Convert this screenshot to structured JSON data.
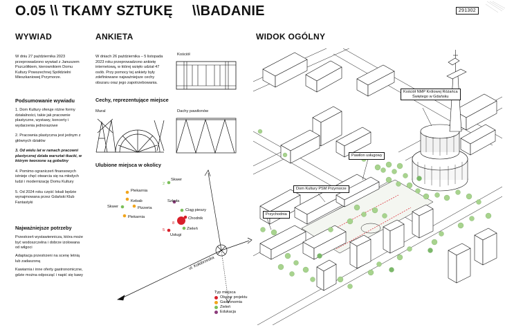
{
  "header": {
    "title": "O.05 \\\\ TKAMY SZTUKĘ",
    "subtitle": "\\\\BADANIE",
    "code": "291302"
  },
  "colors": {
    "project": "#d8202a",
    "gastro": "#f1a51d",
    "green": "#7bbf5a",
    "education": "#8b3b7a",
    "ink": "#111111",
    "tree": "#a8d38e",
    "treeDark": "#7bb86a"
  },
  "interview": {
    "heading": "WYWIAD",
    "intro": "W dniu 27 października 2023 przeprowadzono wywiad z Januszem Pszczółkiem, kierownikiem Domu Kultury Powszechnej Spółdzielni Mieszkaniowej Przymorze.",
    "summary_heading": "Podsumowanie wywiadu",
    "findings": [
      "1. Dom Kultury oferuje różne formy działalności, takie jak pracownie plastyczne, wystawy, koncerty i wydarzenia jednorazowe",
      "2. Pracownia plastyczna jest jednym z głównych działów",
      "3. Od wielu lat w ramach pracowni plastycznej działa warsztat tkacki, w którym tworzone są gobeliny",
      "4. Pomimo ograniczeń finansowych istnieje chęć otwarcia się na młodych ludzi i modernizację Domu Kultury",
      "5. Od 2024 roku część lokali będzie wynajmowana przez Gdański Klub Fantastyki"
    ],
    "needs_heading": "Najważniejsze potrzeby",
    "needs": [
      "Przestrzeń wystawiennicza, która może być wodoszczelna i dobrze izolowana od wilgoci",
      "Adaptacja przestrzeni na scenę letnią lub zadaszoną",
      "Kawiarnia i inne oferty gastronomiczne, gdzie można odpocząć i napić się kawy"
    ]
  },
  "survey": {
    "heading": "ANKIETA",
    "intro": "W dniach 26 października – 5 listopada 2023 roku przeprowadzono ankietę internetową, w której wzięło udział 47 osób. Przy pomocy tej ankiety były zdefiniowane najważniejsze cechy obszaru oraz jego zapotrzebowania.",
    "church_label": "Kościół",
    "features_heading": "Cechy, reprezentujące miejsce",
    "mural_label": "Mural",
    "roofs_label": "Dachy pawilonów",
    "places_heading": "Ulubione miejsca w okolicy"
  },
  "map": {
    "street": "ul. Kołobrzeska",
    "places": [
      {
        "label": "Skwer",
        "num": "2",
        "category": "green"
      },
      {
        "label": "Piekarnia",
        "category": "gastro"
      },
      {
        "label": "Kebab",
        "category": "gastro"
      },
      {
        "label": "Pizzeria",
        "category": "gastro"
      },
      {
        "label": "Skwer",
        "category": "green"
      },
      {
        "label": "Piekarnia",
        "category": "gastro"
      },
      {
        "label": "Szkoła",
        "category": "education"
      },
      {
        "label": "Ciąg pieszy",
        "category": "green"
      },
      {
        "label": "Chodnik",
        "category": "project"
      },
      {
        "label": "Zieleń",
        "category": "green"
      },
      {
        "label": "Usługi",
        "category": "project"
      }
    ],
    "numbers": [
      "8",
      "5"
    ],
    "legend_title": "Typ miejsca",
    "legend": [
      {
        "label": "Obszar projektu",
        "color": "#d8202a"
      },
      {
        "label": "Gastronomia",
        "color": "#f1a51d"
      },
      {
        "label": "Zieleń",
        "color": "#7bbf5a"
      },
      {
        "label": "Edukacja",
        "color": "#8b3b7a"
      }
    ]
  },
  "overview": {
    "heading": "WIDOK OGÓLNY",
    "callouts": {
      "church": "Kościół NMP Królowej Różańca\nŚwiętego w Gdańsku",
      "pavilion": "Pawilon usługowy",
      "culture": "Dom Kultury PSM Przymorze",
      "clinic": "Przychodnia"
    }
  }
}
